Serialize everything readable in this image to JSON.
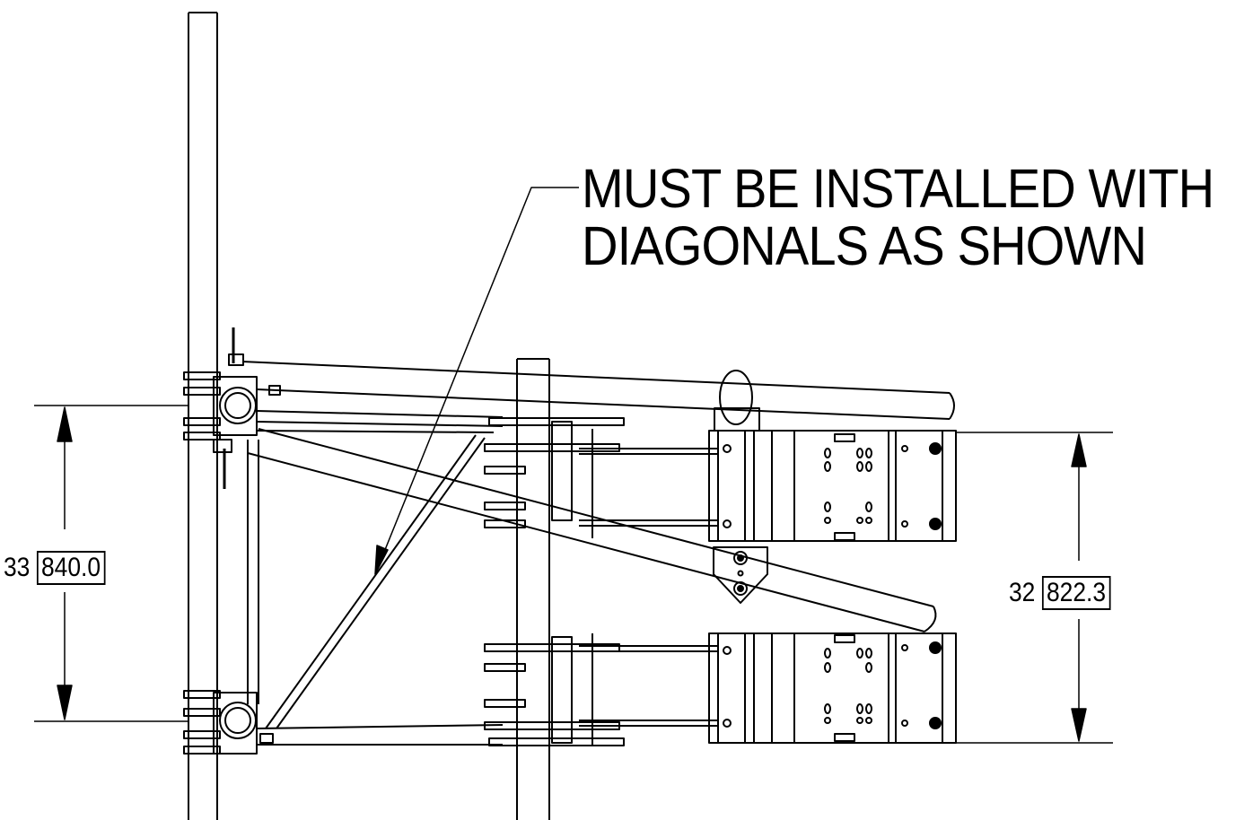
{
  "note": {
    "line1": "MUST BE INSTALLED WITH",
    "line2": "DIAGONALS AS SHOWN"
  },
  "dimensions": {
    "left": {
      "value": "33",
      "metric": "840.0"
    },
    "right": {
      "value": "32",
      "metric": "822.3"
    }
  }
}
